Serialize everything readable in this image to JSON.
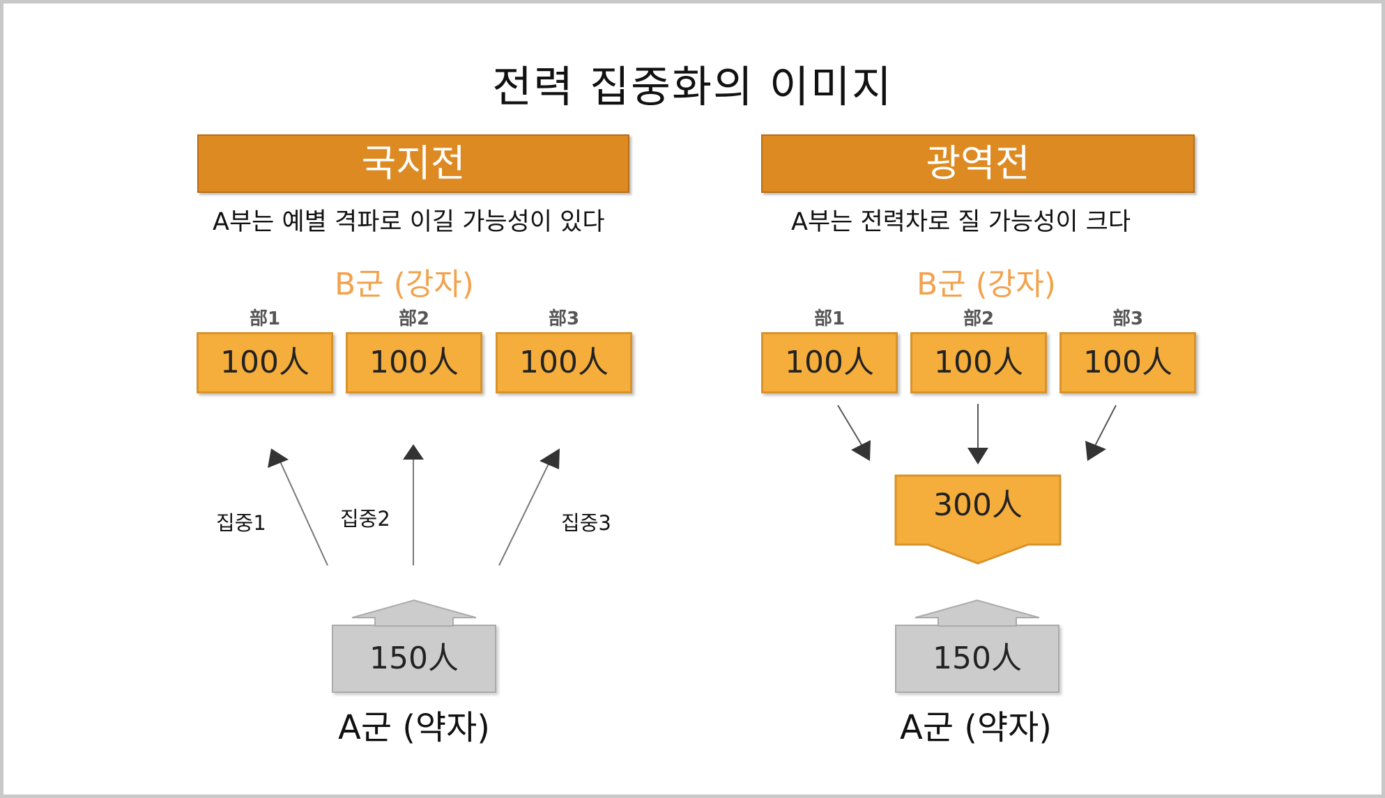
{
  "title": "전력 집중화의 이미지",
  "colors": {
    "header": "#dd8a22",
    "unit_box": "#f5ae3c",
    "strong_army_text": "#f2a24c",
    "weak_army_box": "#cccccc"
  },
  "left": {
    "header": "국지전",
    "description": "A부는 예별 격파로 이길 가능성이 있다",
    "strong_army": "B군 (강자)",
    "units": [
      {
        "label": "部1",
        "value": "100人"
      },
      {
        "label": "部2",
        "value": "100人"
      },
      {
        "label": "部3",
        "value": "100人"
      }
    ],
    "focus_labels": [
      "집중1",
      "집중2",
      "집중3"
    ],
    "weak_force": "150人",
    "weak_army": "A군 (약자)"
  },
  "right": {
    "header": "광역전",
    "description": "A부는 전력차로 질 가능성이 크다",
    "strong_army": "B군 (강자)",
    "units": [
      {
        "label": "部1",
        "value": "100人"
      },
      {
        "label": "部2",
        "value": "100人"
      },
      {
        "label": "部3",
        "value": "100人"
      }
    ],
    "combined_force": "300人",
    "weak_force": "150人",
    "weak_army": "A군 (약자)"
  }
}
